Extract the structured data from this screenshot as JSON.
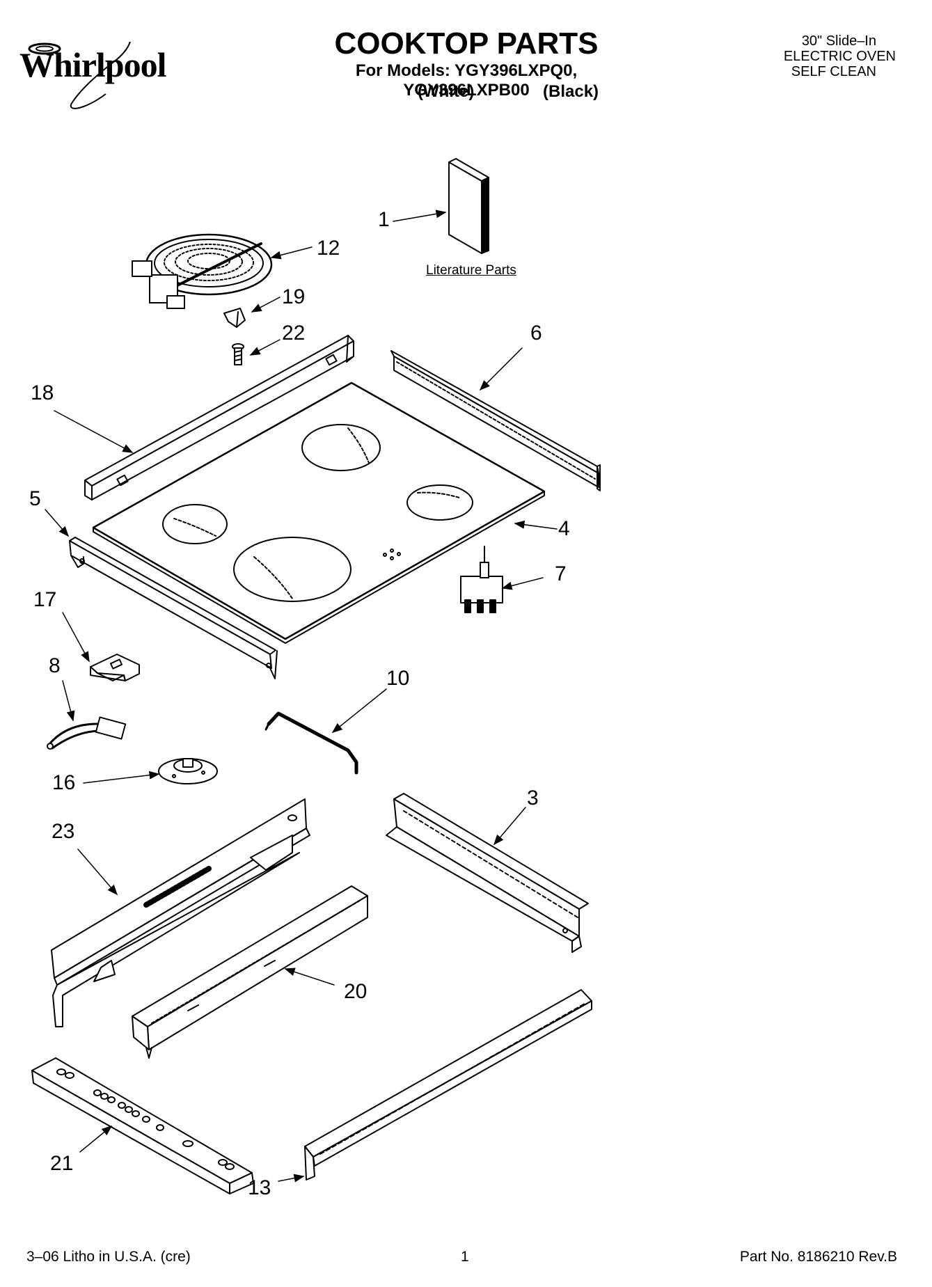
{
  "header": {
    "brand": "Whirlpool",
    "title": "COOKTOP PARTS",
    "models_line": "For Models: YGY396LXPQ0, YGY396LXPB00",
    "variant_white": "(White)",
    "variant_black": "(Black)",
    "spec_lines": [
      "30\" Slide–In",
      "ELECTRIC OVEN",
      "SELF CLEAN"
    ]
  },
  "diagram": {
    "literature_label": "Literature Parts",
    "callouts": {
      "c1": "1",
      "c3": "3",
      "c4": "4",
      "c5": "5",
      "c6": "6",
      "c7": "7",
      "c8": "8",
      "c10": "10",
      "c12": "12",
      "c13": "13",
      "c16": "16",
      "c17": "17",
      "c18": "18",
      "c19": "19",
      "c20": "20",
      "c21": "21",
      "c22": "22",
      "c23": "23"
    }
  },
  "footer": {
    "left": "3–06 Litho in U.S.A. (cre)",
    "page_number": "1",
    "part_number": "Part No. 8186210 Rev.B"
  }
}
